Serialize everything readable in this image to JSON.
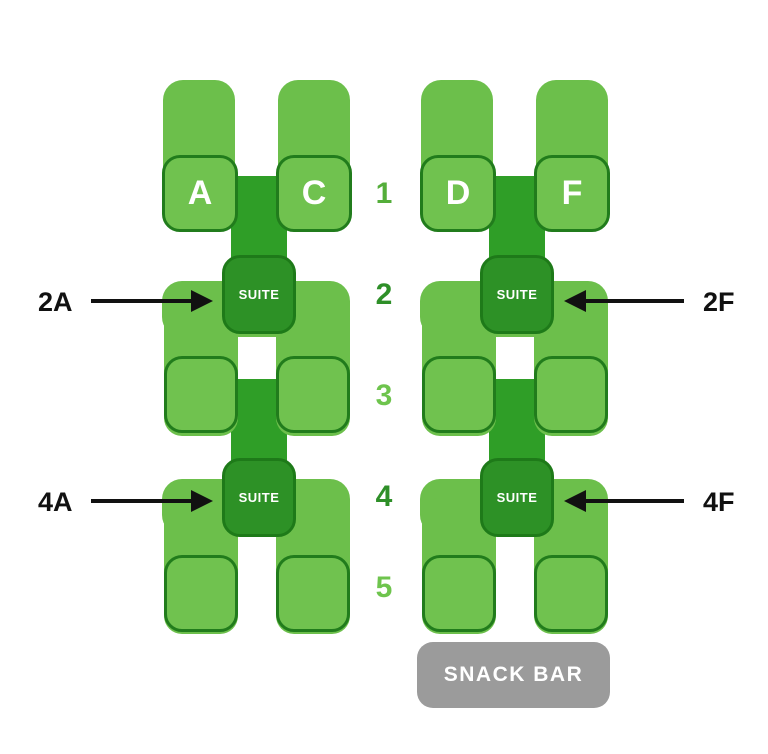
{
  "colors": {
    "green-light": "#6cbf4b",
    "green-seat": "#70c24f",
    "green-border": "#217c1c",
    "green-bar": "#2f9e27",
    "green-suite": "#2d9126",
    "green-suite-border": "#1e7a19",
    "snack-gray": "#9b9b9b",
    "ink": "#111111",
    "row-num-1": "#54ae3a",
    "row-num-dark": "#2e8f28",
    "row-num-light": "#6ec44d",
    "text-white": "#ffffff"
  },
  "seat_map": {
    "row_numbers": [
      "1",
      "2",
      "3",
      "4",
      "5"
    ],
    "suite_label": "SUITE",
    "blocks": [
      {
        "id": "left",
        "row1_seats": [
          "A",
          "C"
        ]
      },
      {
        "id": "right",
        "row1_seats": [
          "D",
          "F"
        ]
      }
    ],
    "callouts": [
      {
        "text": "2A",
        "direction": "right"
      },
      {
        "text": "4A",
        "direction": "right"
      },
      {
        "text": "2F",
        "direction": "left"
      },
      {
        "text": "4F",
        "direction": "left"
      }
    ],
    "snack_bar_label": "SNACK BAR"
  }
}
